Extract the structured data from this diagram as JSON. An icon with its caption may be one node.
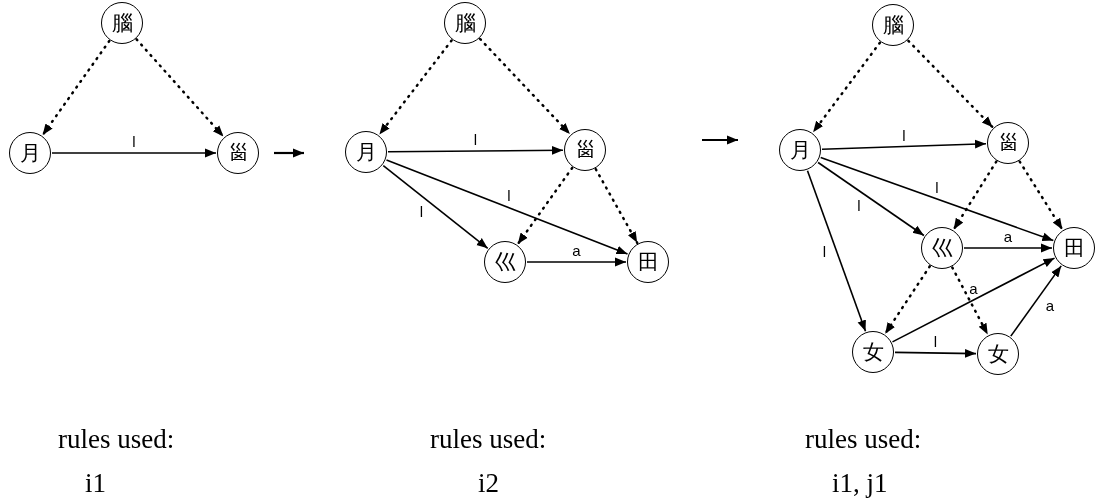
{
  "diagram": {
    "nodes": [
      {
        "text": [
          "腦"
        ]
      },
      {
        "text": [
          "月"
        ]
      },
      {
        "text": [
          "𡿺"
        ]
      },
      {
        "text": [
          "腦"
        ]
      },
      {
        "text": [
          "月"
        ]
      },
      {
        "text": [
          "𡿺"
        ]
      },
      {
        "text": [
          "巛"
        ]
      },
      {
        "text": [
          "田"
        ]
      },
      {
        "text": [
          "腦"
        ]
      },
      {
        "text": [
          "月"
        ]
      },
      {
        "text": [
          "𡿺"
        ]
      },
      {
        "text": [
          "巛"
        ]
      },
      {
        "text": [
          "田"
        ]
      },
      {
        "text": [
          "女"
        ]
      },
      {
        "text": [
          "女"
        ]
      }
    ],
    "edges": [
      {
        "from": 0,
        "to": 1,
        "arrow": "to",
        "style": "dashed"
      },
      {
        "from": 0,
        "to": 2,
        "arrow": "to",
        "style": "dashed"
      },
      {
        "from": 1,
        "to": 2,
        "arrow": "to",
        "label": "l"
      },
      {
        "from": 3,
        "to": 4,
        "arrow": "to",
        "style": "dashed"
      },
      {
        "from": 3,
        "to": 5,
        "arrow": "to",
        "style": "dashed"
      },
      {
        "from": 4,
        "to": 5,
        "arrow": "to",
        "label": "l"
      },
      {
        "from": 4,
        "to": 7,
        "arrow": "to",
        "label": "l"
      },
      {
        "from": 4,
        "to": 6,
        "arrow": "to",
        "label": "l"
      },
      {
        "from": 5,
        "to": 6,
        "arrow": "to",
        "style": "dashed"
      },
      {
        "from": 5,
        "to": 7,
        "arrow": "to",
        "style": "dashed"
      },
      {
        "from": 6,
        "to": 7,
        "arrow": "to",
        "label": "a"
      },
      {
        "from": 8,
        "to": 9,
        "arrow": "to",
        "style": "dashed"
      },
      {
        "from": 8,
        "to": 10,
        "arrow": "to",
        "style": "dashed"
      },
      {
        "from": 9,
        "to": 10,
        "arrow": "to",
        "label": "l"
      },
      {
        "from": 9,
        "to": 12,
        "arrow": "to",
        "label": "l"
      },
      {
        "from": 9,
        "to": 11,
        "arrow": "to",
        "label": "l"
      },
      {
        "from": 9,
        "to": 13,
        "arrow": "to",
        "label": "l"
      },
      {
        "from": 10,
        "to": 11,
        "arrow": "to",
        "style": "dashed"
      },
      {
        "from": 10,
        "to": 12,
        "arrow": "to",
        "style": "dashed"
      },
      {
        "from": 11,
        "to": 12,
        "arrow": "to",
        "label": "a"
      },
      {
        "from": 11,
        "to": 13,
        "arrow": "to",
        "style": "dashed"
      },
      {
        "from": 11,
        "to": 14,
        "arrow": "to",
        "style": "dashed"
      },
      {
        "from": 13,
        "to": 12,
        "arrow": "to",
        "label": "a"
      },
      {
        "from": 13,
        "to": 14,
        "arrow": "to",
        "label": "l"
      },
      {
        "from": 14,
        "to": 12,
        "arrow": "to",
        "label": "a"
      }
    ],
    "labels": [
      "rules used:",
      "i1",
      "rules used:",
      "i2",
      "rules used:",
      "i1, j1"
    ]
  }
}
